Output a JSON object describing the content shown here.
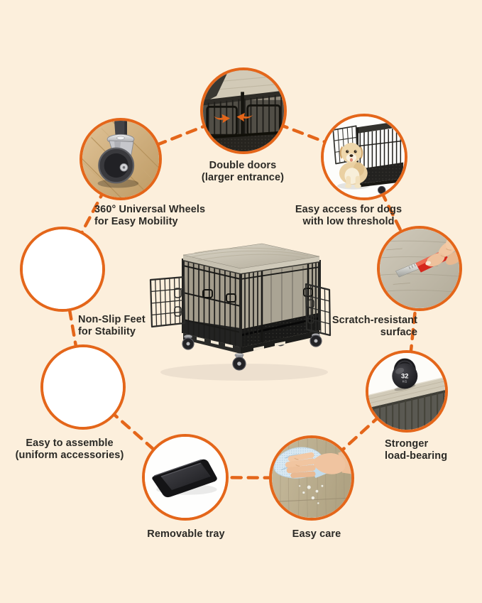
{
  "colors": {
    "background": "#fcefdc",
    "accent_orange": "#e4661a",
    "label_text": "#2b2a26",
    "circle_fill": "#ffffff"
  },
  "product": {
    "description": "Furniture-style dog crate with wood top, double open wire doors, removable tray and caster wheels"
  },
  "kettlebell": {
    "weight": "32",
    "unit": "KG"
  },
  "features": [
    {
      "id": "universal-wheels",
      "icon": "caster-wheel-photo",
      "lines": [
        "360° Universal Wheels",
        "for Easy Mobility"
      ]
    },
    {
      "id": "double-doors",
      "icon": "double-doors-photo",
      "lines": [
        "Double doors",
        "(larger entrance)"
      ]
    },
    {
      "id": "easy-access",
      "icon": "puppy-at-crate-photo",
      "lines": [
        "Easy access for dogs",
        "with low threshold"
      ]
    },
    {
      "id": "scratch-resistant",
      "icon": "utility-knife-photo",
      "lines": [
        "Scratch-resistant",
        "surface"
      ]
    },
    {
      "id": "load-bearing",
      "icon": "kettlebell-photo",
      "lines": [
        "Stronger",
        "load-bearing"
      ]
    },
    {
      "id": "easy-care",
      "icon": "wiping-hand-photo",
      "lines": [
        "Easy care"
      ]
    },
    {
      "id": "removable-tray",
      "icon": "black-tray-photo",
      "lines": [
        "Removable tray"
      ]
    },
    {
      "id": "easy-assemble",
      "icon": "blank-circle",
      "lines": [
        "Easy to assemble",
        "(uniform accessories)"
      ]
    },
    {
      "id": "non-slip-feet",
      "icon": "blank-circle",
      "lines": [
        "Non-Slip Feet",
        "for Stability"
      ]
    }
  ]
}
